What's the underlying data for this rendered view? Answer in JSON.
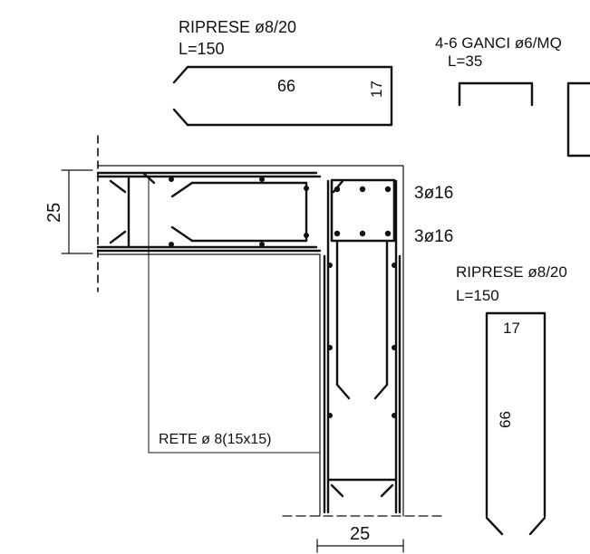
{
  "top_label": {
    "title": "RIPRESE ø8/20",
    "length": "L=150",
    "dim_long": "66",
    "dim_short": "17"
  },
  "hooks_label": {
    "title": "4-6 GANCI ø6/MQ",
    "length": "L=35"
  },
  "right_label": {
    "title": "RIPRESE ø8/20",
    "length": "L=150",
    "dim_short": "17",
    "dim_long": "66"
  },
  "bars": {
    "upper": "3ø16",
    "lower": "3ø16"
  },
  "dimensions": {
    "wall_left": "25",
    "wall_bottom": "25"
  },
  "mesh": {
    "label": "RETE ø 8(15x15)"
  },
  "colors": {
    "line": "#111111",
    "background": "#ffffff"
  }
}
